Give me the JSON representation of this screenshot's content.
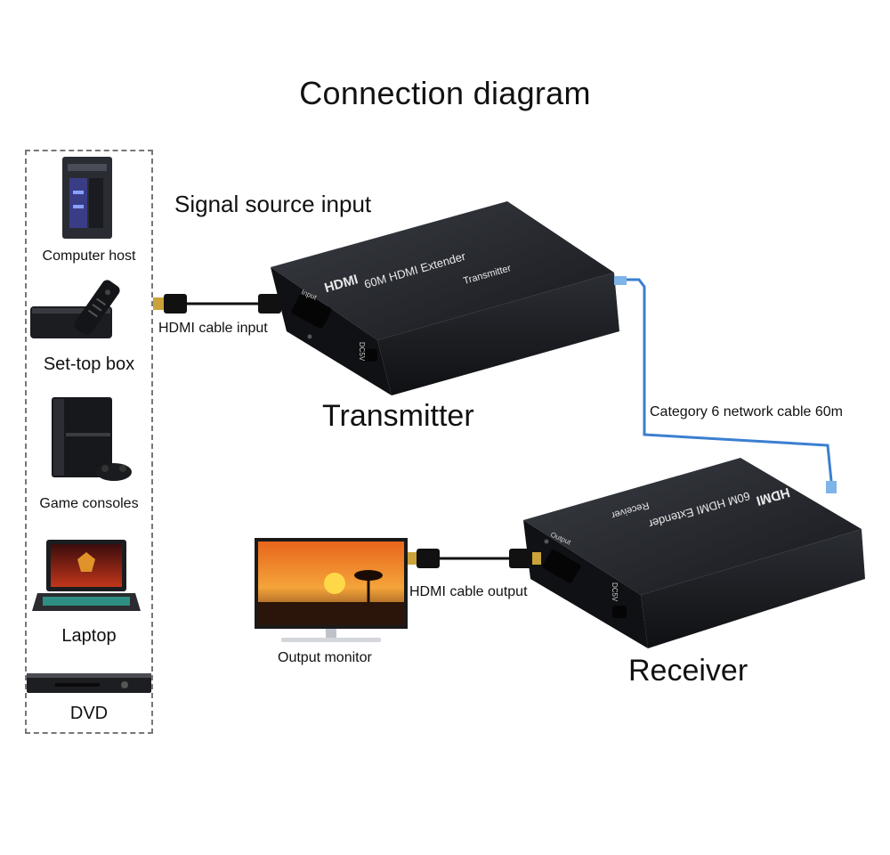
{
  "title": "Connection diagram",
  "sources": [
    {
      "label": "Computer host",
      "icon": "computer-host-icon"
    },
    {
      "label": "Set-top box",
      "icon": "set-top-box-icon"
    },
    {
      "label": "Game consoles",
      "icon": "game-console-icon"
    },
    {
      "label": "Laptop",
      "icon": "laptop-icon"
    },
    {
      "label": "DVD",
      "icon": "dvd-player-icon"
    }
  ],
  "labels": {
    "signal_source_input": "Signal source input",
    "hdmi_cable_input": "HDMI cable input",
    "transmitter": "Transmitter",
    "category_cable": "Category 6 network cable 60m",
    "hdmi_cable_output": "HDMI cable output",
    "output_monitor": "Output monitor",
    "receiver": "Receiver"
  },
  "device": {
    "brand": "HDMI",
    "model": "60M HDMI Extender",
    "tx_role": "Transmitter",
    "rx_role": "Receiver",
    "tx_port": "Input",
    "rx_port": "Output",
    "power_port": "DC5V"
  },
  "colors": {
    "device_body": "#1f2126",
    "network_cable": "#3a7fd0",
    "hdmi_cable": "#111111",
    "connector_gold": "#c9a33a"
  }
}
